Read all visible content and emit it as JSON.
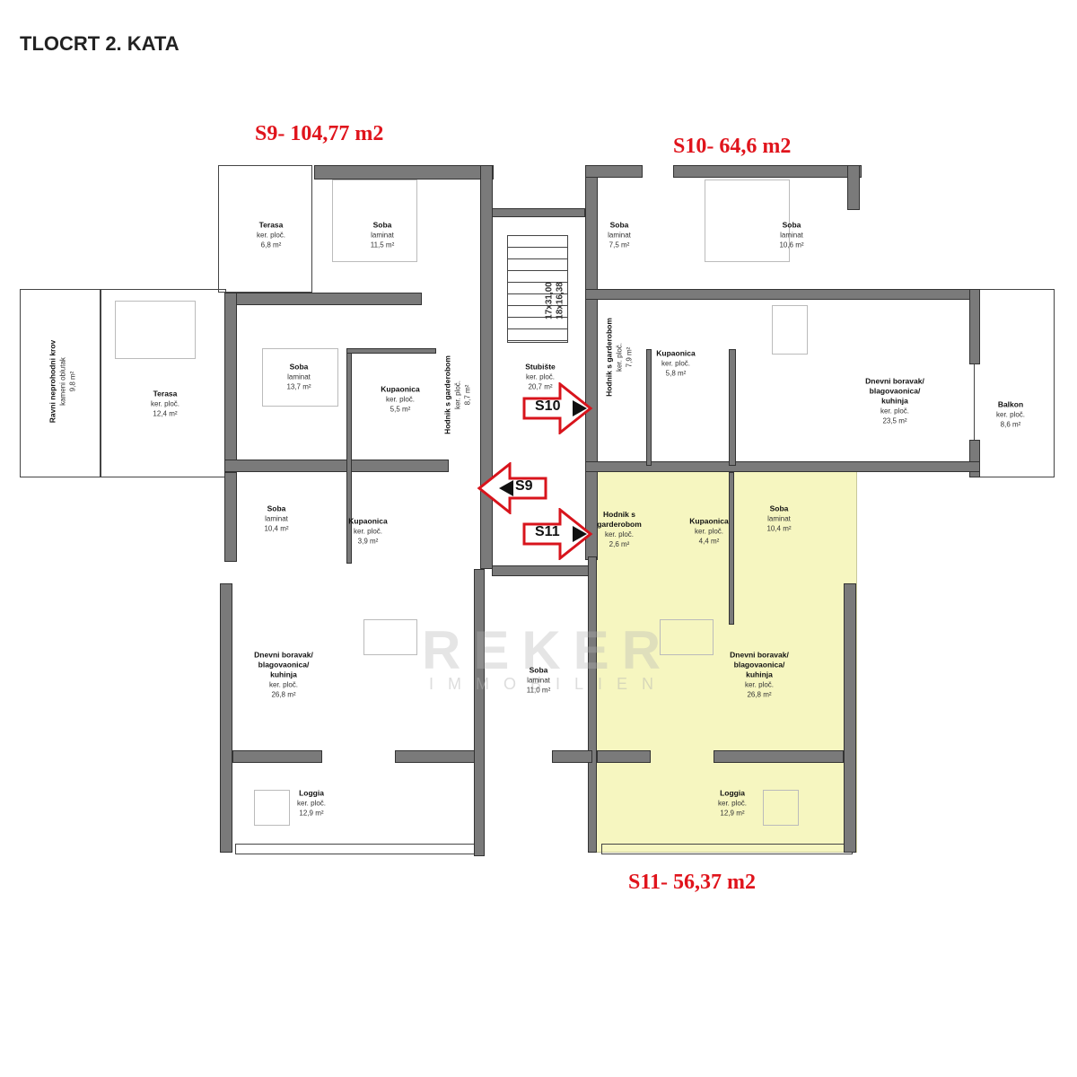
{
  "title": "TLOCRT 2. KATA",
  "units": {
    "s9": "S9- 104,77 m2",
    "s10": "S10- 64,6 m2",
    "s11": "S11- 56,37 m2"
  },
  "arrows": {
    "s9": "S9",
    "s10": "S10",
    "s11": "S11"
  },
  "stair_dims": [
    "17x31,00",
    "18x16,38"
  ],
  "watermark": {
    "line1": "REKER",
    "line2": "IMMOBILIEN"
  },
  "colors": {
    "highlight": "#f6f6c0",
    "unit_label": "#e0141c",
    "wall": "#7a7a7a"
  },
  "rooms": [
    {
      "name": "Terasa",
      "floor": "ker. ploč.",
      "area": "6,8 m²"
    },
    {
      "name": "Soba",
      "floor": "laminat",
      "area": "11,5 m²"
    },
    {
      "name": "Ravni neprohodni krov",
      "floor": "kameni oblutak",
      "area": "9,8 m²"
    },
    {
      "name": "Terasa",
      "floor": "ker. ploč.",
      "area": "12,4 m²"
    },
    {
      "name": "Soba",
      "floor": "laminat",
      "area": "13,7 m²"
    },
    {
      "name": "Kupaonica",
      "floor": "ker. ploč.",
      "area": "5,5 m²"
    },
    {
      "name": "Hodnik s garderobom",
      "floor": "ker. ploč.",
      "area": "8,7 m²"
    },
    {
      "name": "Stubište",
      "floor": "ker. ploč.",
      "area": "20,7 m²"
    },
    {
      "name": "Soba",
      "floor": "laminat",
      "area": "7,5 m²"
    },
    {
      "name": "Soba",
      "floor": "laminat",
      "area": "10,6 m²"
    },
    {
      "name": "Hodnik s garderobom",
      "floor": "ker. ploč.",
      "area": "7,9 m²"
    },
    {
      "name": "Kupaonica",
      "floor": "ker. ploč.",
      "area": "5,8 m²"
    },
    {
      "name": "Dnevni boravak/ blagovaonica/ kuhinja",
      "floor": "ker. ploč.",
      "area": "23,5 m²"
    },
    {
      "name": "Balkon",
      "floor": "ker. ploč.",
      "area": "8,6 m²"
    },
    {
      "name": "Soba",
      "floor": "laminat",
      "area": "10,4 m²"
    },
    {
      "name": "Kupaonica",
      "floor": "ker. ploč.",
      "area": "3,9 m²"
    },
    {
      "name": "Dnevni boravak/ blagovaonica/ kuhinja",
      "floor": "ker. ploč.",
      "area": "26,8 m²"
    },
    {
      "name": "Loggia",
      "floor": "ker. ploč.",
      "area": "12,9 m²"
    },
    {
      "name": "Soba",
      "floor": "laminat",
      "area": "11,0 m²"
    },
    {
      "name": "Hodnik s garderobom",
      "floor": "ker. ploč.",
      "area": "2,6 m²"
    },
    {
      "name": "Kupaonica",
      "floor": "ker. ploč.",
      "area": "4,4 m²"
    },
    {
      "name": "Soba",
      "floor": "laminat",
      "area": "10,4 m²"
    },
    {
      "name": "Dnevni boravak/ blagovaonica/ kuhinja",
      "floor": "ker. ploč.",
      "area": "26,8 m²"
    },
    {
      "name": "Loggia",
      "floor": "ker. ploč.",
      "area": "12,9 m²"
    }
  ]
}
